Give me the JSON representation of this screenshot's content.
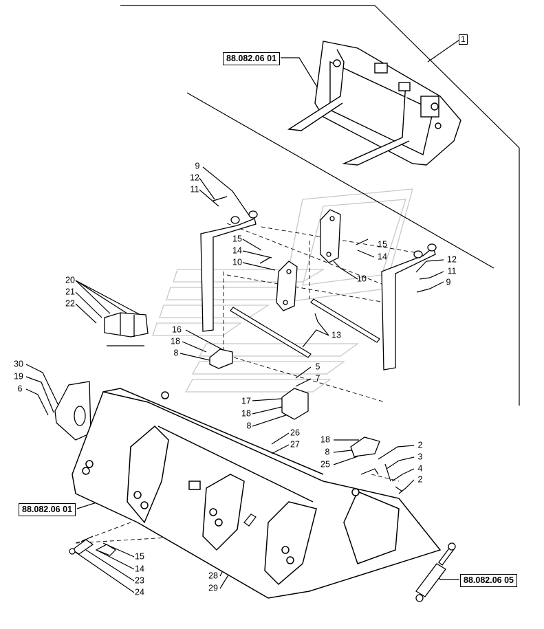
{
  "diagram": {
    "frame_number": "1",
    "references": {
      "ref_top": "88.082.06 01",
      "ref_left": "88.082.06 01",
      "ref_right": "88.082.06 05"
    },
    "callouts": {
      "c9a": "9",
      "c12a": "12",
      "c11a": "11",
      "c15a": "15",
      "c14a": "14",
      "c10a": "10",
      "c15b": "15",
      "c14b": "14",
      "c10b": "10",
      "c12b": "12",
      "c11b": "11",
      "c9b": "9",
      "c20": "20",
      "c21": "21",
      "c22": "22",
      "c16": "16",
      "c18a": "18",
      "c8a": "8",
      "c13": "13",
      "c5": "5",
      "c7": "7",
      "c17": "17",
      "c18b": "18",
      "c8b": "8",
      "c30": "30",
      "c19": "19",
      "c6": "6",
      "c26": "26",
      "c27": "27",
      "c18c": "18",
      "c8c": "8",
      "c25": "25",
      "c2a": "2",
      "c3": "3",
      "c4": "4",
      "c2b": "2",
      "c15c": "15",
      "c14c": "14",
      "c23": "23",
      "c24": "24",
      "c28": "28",
      "c29": "29"
    }
  }
}
